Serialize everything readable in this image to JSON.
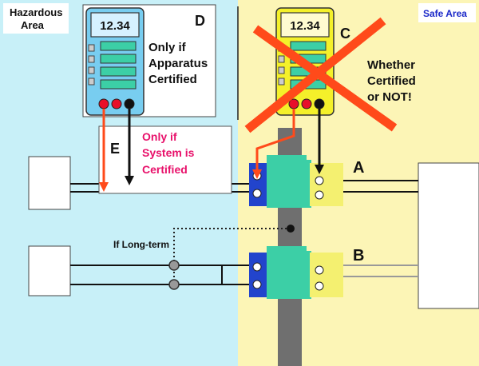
{
  "areas": {
    "hazardous": {
      "label_line1": "Hazardous",
      "label_line2": "Area",
      "color": "#c8f0f8"
    },
    "safe": {
      "label": "Safe Area",
      "color": "#fcf5b6"
    }
  },
  "meter_d": {
    "display": "12.34",
    "letter": "D",
    "note_line1": "Only if",
    "note_line2": "Apparatus",
    "note_line3": "Certified",
    "body_color": "#78cdf0",
    "display_bg": "#d6f1ff"
  },
  "meter_c": {
    "display": "12.34",
    "letter": "C",
    "note_line1": "Whether",
    "note_line2": "Certified",
    "note_line3": "or NOT!",
    "body_color": "#f4f02a",
    "display_bg": "#fffbd0"
  },
  "box_e": {
    "letter": "E",
    "note_line1": "Only if",
    "note_line2": "System is",
    "note_line3": "Certified",
    "note_color": "#e8106a"
  },
  "barrier_a": {
    "letter": "A"
  },
  "barrier_b": {
    "letter": "B"
  },
  "long_term_label": "If Long-term",
  "colors": {
    "cross": "#ff4a1a",
    "lead_red": "#ff4a1a",
    "barrier_green": "#3ccfa6",
    "barrier_blue": "#2244cc",
    "terminal_yellow": "#f4f070",
    "rail": "#6f6f6f",
    "socket_red": "#e8102a"
  }
}
